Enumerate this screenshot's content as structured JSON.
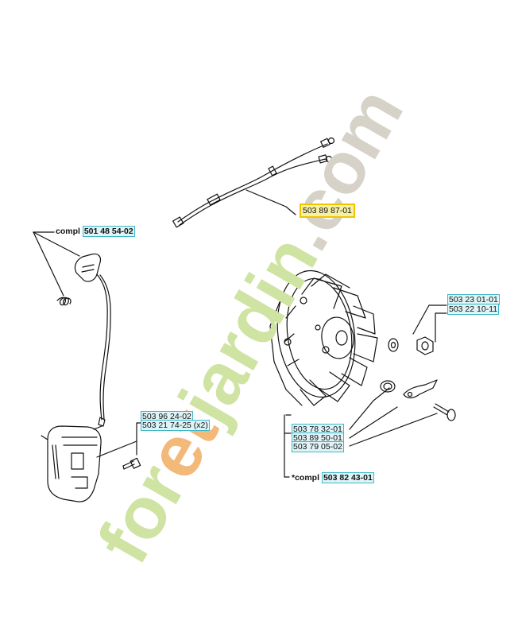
{
  "parts": {
    "cable": "503 89 87-01",
    "ignition_compl_prefix": "compl",
    "ignition_compl": "501 48 54-02",
    "bolt_a": "503 96 24-02",
    "bolt_b": "503 21 74-25 (x2)",
    "washer_a": "503 23 01-01",
    "nut_b": "503 22 10-11",
    "fly_1": "503 78 32-01",
    "fly_2": "503 89 50-01",
    "fly_3": "503 79 05-02",
    "flywheel_compl_prefix": "*compl",
    "flywheel_compl": "503 82 43-01"
  },
  "watermark": {
    "text_green": "for",
    "text_orange": "et",
    "text_green2": "jardin",
    "text_gray": ".com",
    "color_green": "#cfe3a3",
    "color_orange": "#f2b979",
    "color_gray": "#d6d2c8"
  }
}
